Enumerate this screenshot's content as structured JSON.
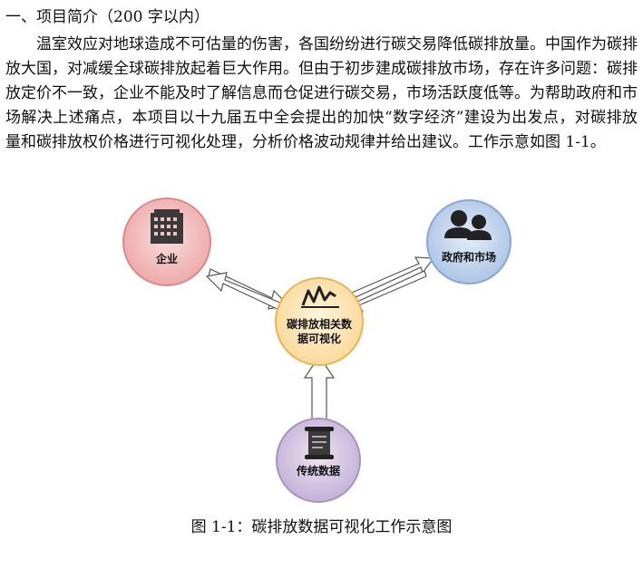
{
  "section": {
    "heading": "一、项目简介（200 字以内）",
    "paragraph": "温室效应对地球造成不可估量的伤害，各国纷纷进行碳交易降低碳排放量。中国作为碳排放大国，对减缓全球碳排放起着巨大作用。但由于初步建成碳排放市场，存在许多问题：碳排放定价不一致，企业不能及时了解信息而仓促进行碳交易，市场活跃度低等。为帮助政府和市场解决上述痛点，本项目以十九届五中全会提出的加快“数字经济”建设为出发点，对碳排放量和碳排放权价格进行可视化处理，分析价格波动规律并给出建议。工作示意如图 1-1。"
  },
  "diagram": {
    "center": {
      "label_line1": "碳排放相关数",
      "label_line2": "据可视化",
      "icon": "line-chart-icon",
      "fill": "#fde7b8",
      "stroke": "#e8b45a"
    },
    "enterprise": {
      "label": "企业",
      "icon": "building-icon",
      "fill": "#f3c3c3",
      "stroke": "#d98a8a"
    },
    "government": {
      "label": "政府和市场",
      "icon": "people-icon",
      "fill": "#c9d9ee",
      "stroke": "#8aa6cf"
    },
    "traditional": {
      "label": "传统数据",
      "icon": "scroll-icon",
      "fill": "#d7cbe3",
      "stroke": "#a992c1"
    }
  },
  "figure": {
    "caption": "图 1-1：碳排放数据可视化工作示意图"
  }
}
